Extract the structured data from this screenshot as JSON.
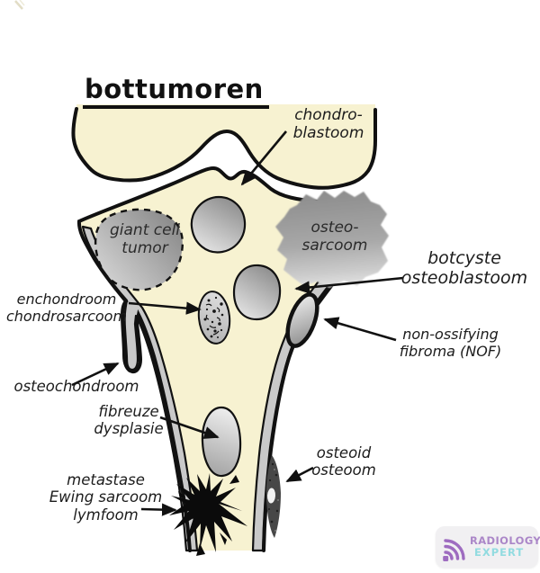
{
  "title": "bottumoren",
  "labels": {
    "chondroblastoom": {
      "lines": [
        "chondro-",
        "blastoom"
      ]
    },
    "giant_cell": {
      "lines": [
        "giant cell",
        "tumor"
      ]
    },
    "osteosarcoom": {
      "lines": [
        "osteo-",
        "sarcoom"
      ]
    },
    "botcyste": {
      "lines": [
        "botcyste",
        "osteoblastoom"
      ]
    },
    "nof": {
      "lines": [
        "non-ossifying",
        "fibroma (NOF)"
      ]
    },
    "enchondroom": {
      "lines": [
        "enchondroom",
        "chondrosarcoom"
      ]
    },
    "osteochondroom": {
      "lines": [
        "osteochondroom"
      ]
    },
    "fibreuze": {
      "lines": [
        "fibreuze",
        "dysplasie"
      ]
    },
    "metastase": {
      "lines": [
        "metastase",
        "Ewing sarcoom",
        "lymfoom"
      ]
    },
    "osteoid": {
      "lines": [
        "osteoid",
        "osteoom"
      ]
    }
  },
  "logo": {
    "line1": "RADIOLOGY",
    "line2": "EXPERT"
  },
  "colors": {
    "bone_fill": "#f7f2d1",
    "cortex_gray": "#c9c9c9",
    "outline": "#111111",
    "lesion_dark": "#8c8c8c",
    "lesion_light": "#e6e6e6",
    "logo_purple": "#ab87c8",
    "logo_teal": "#92dbe0"
  }
}
